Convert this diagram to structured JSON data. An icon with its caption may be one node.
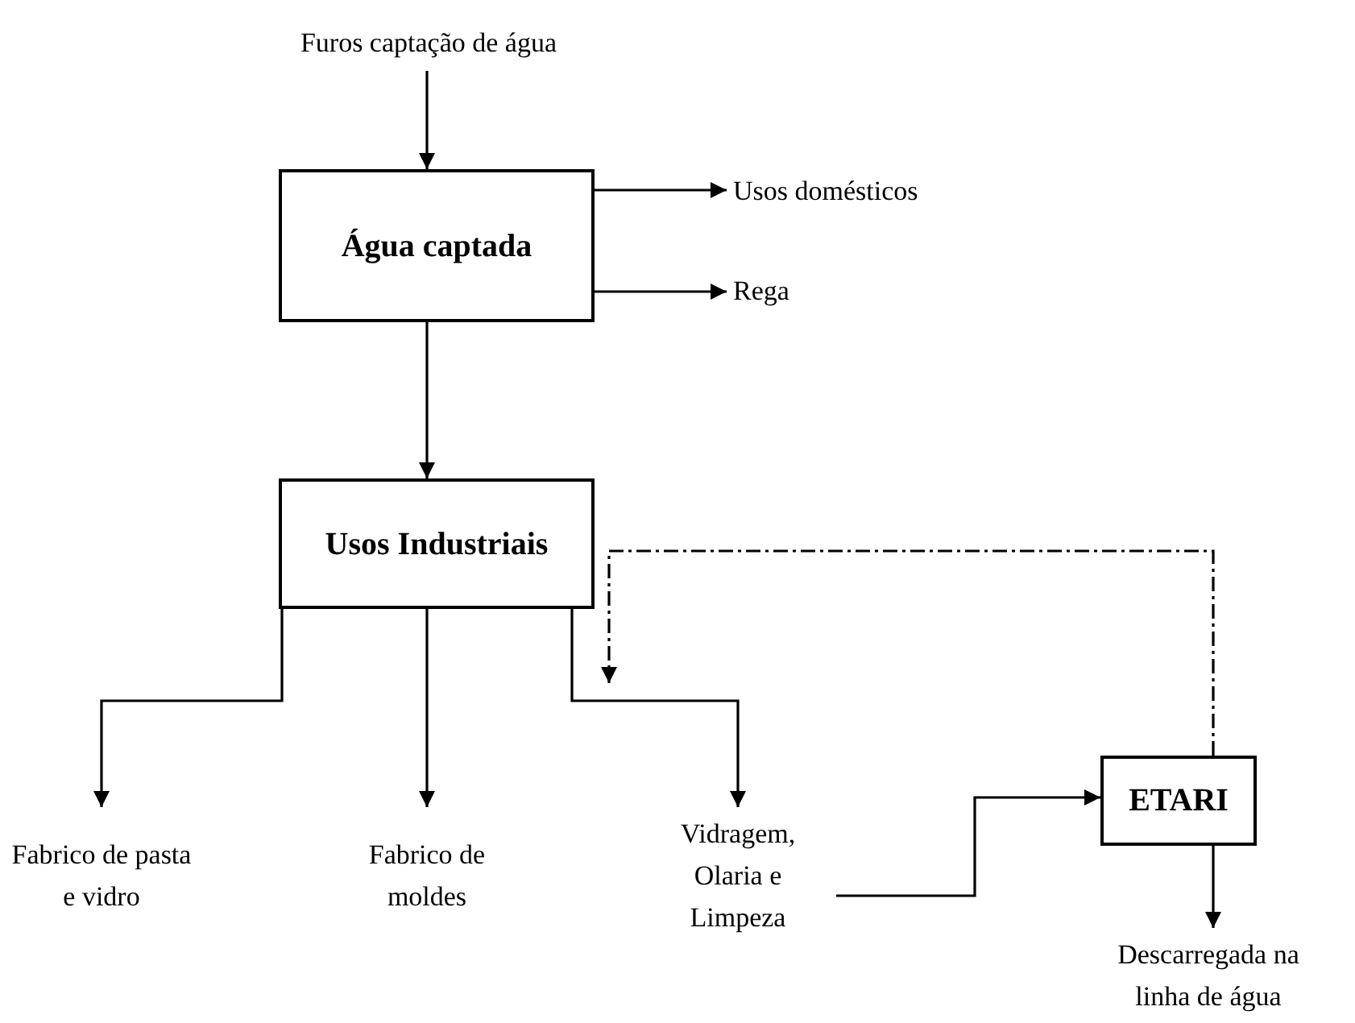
{
  "diagram": {
    "nodes": [
      {
        "text": [
          "Furos captação de água"
        ]
      },
      {
        "text": [
          "Água captada"
        ]
      },
      {
        "text": [
          "Usos domésticos"
        ]
      },
      {
        "text": [
          "Rega"
        ]
      },
      {
        "text": [
          "Usos Industriais"
        ]
      },
      {
        "text": [
          "Fabrico de pasta e vidro"
        ]
      },
      {
        "text": [
          "Fabrico de moldes"
        ]
      },
      {
        "text": [
          "Vidragem, Olaria e Limpeza"
        ]
      },
      {
        "text": [
          "ETARI"
        ]
      },
      {
        "text": [
          "Descarregada na linha de água"
        ]
      }
    ],
    "edges": [
      {
        "from": 0,
        "to": 1,
        "arrow": "to"
      },
      {
        "from": 1,
        "to": 2,
        "arrow": "to"
      },
      {
        "from": 1,
        "to": 3,
        "arrow": "to"
      },
      {
        "from": 1,
        "to": 4,
        "arrow": "to"
      },
      {
        "from": 4,
        "to": 5,
        "arrow": "to"
      },
      {
        "from": 4,
        "to": 6,
        "arrow": "to"
      },
      {
        "from": 4,
        "to": 7,
        "arrow": "to"
      },
      {
        "from": 7,
        "to": 8,
        "arrow": "to"
      },
      {
        "from": 8,
        "to": 9,
        "arrow": "to"
      },
      {
        "from": 8,
        "to": null,
        "arrow": "to",
        "style": "dashed"
      }
    ]
  }
}
